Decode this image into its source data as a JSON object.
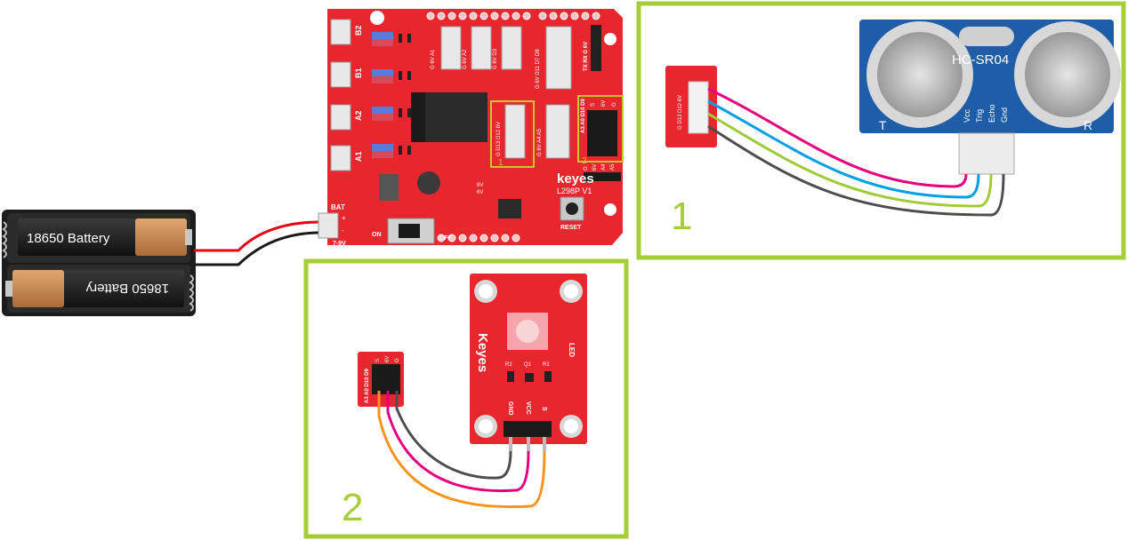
{
  "battery": {
    "label_top": "18650  Battery",
    "label_bottom": "18650  Battery"
  },
  "shield": {
    "brand": "keyes",
    "model": "L298P V1",
    "motor_ports": [
      "B2",
      "B1",
      "A2",
      "A1"
    ],
    "bat_label": "BAT",
    "bat_range": "7-9V",
    "bat_plus": "+",
    "bat_minus": "-",
    "on_label": "ON",
    "off_label": "OFF",
    "reset_label": "RESET",
    "servo_headers": [
      {
        "pins": "G  6V  A1"
      },
      {
        "pins": "G  6V  A2"
      },
      {
        "pins": "G  6V  D3"
      },
      {
        "pins": "G  6V D11 D7  D8"
      }
    ],
    "txrx_pins": "TX  RX  G  6V",
    "ultrasonic_header_pins": "G  D13 D12 6V",
    "analog_header_pins": "G  6V  A4  A5",
    "grid_header_pins": "A3 A0 D10 D9",
    "grid_header_cols": [
      "S",
      "6V",
      "G"
    ],
    "bottom_header_pins": [
      "G",
      "6V",
      "A4",
      "A5"
    ],
    "voltage_labels": [
      "8V",
      "6V"
    ],
    "box_numbers": [
      "1",
      "2"
    ]
  },
  "panel1": {
    "number": "1",
    "connector_pins": "G  D13 D12 6V",
    "sensor_name": "HC-SR04",
    "pins": [
      "Vcc",
      "Trig",
      "Echo",
      "Gnd"
    ],
    "t_label": "T",
    "r_label": "R"
  },
  "panel2": {
    "number": "2",
    "connector_side_pins": "A3 A0 D10 D9",
    "connector_top_pins": [
      "S",
      "6V",
      "G"
    ],
    "module_brand": "Keyes",
    "module_type": "LED",
    "pins": [
      "GND",
      "VCC",
      "S"
    ],
    "components": [
      "R2",
      "Q1",
      "R1"
    ]
  },
  "colors": {
    "panel_border": "#a6ce39",
    "board_red": "#e8262e",
    "sensor_blue": "#1f5da8",
    "wire_pink": "#e6007e",
    "wire_blue": "#00a0e3",
    "wire_green": "#9fcb3a",
    "wire_gray": "#4d4d4d",
    "wire_orange": "#f7941d",
    "wire_red": "#e30613",
    "wire_black": "#1a1a1a",
    "highlight_yellow": "#c8c832"
  }
}
